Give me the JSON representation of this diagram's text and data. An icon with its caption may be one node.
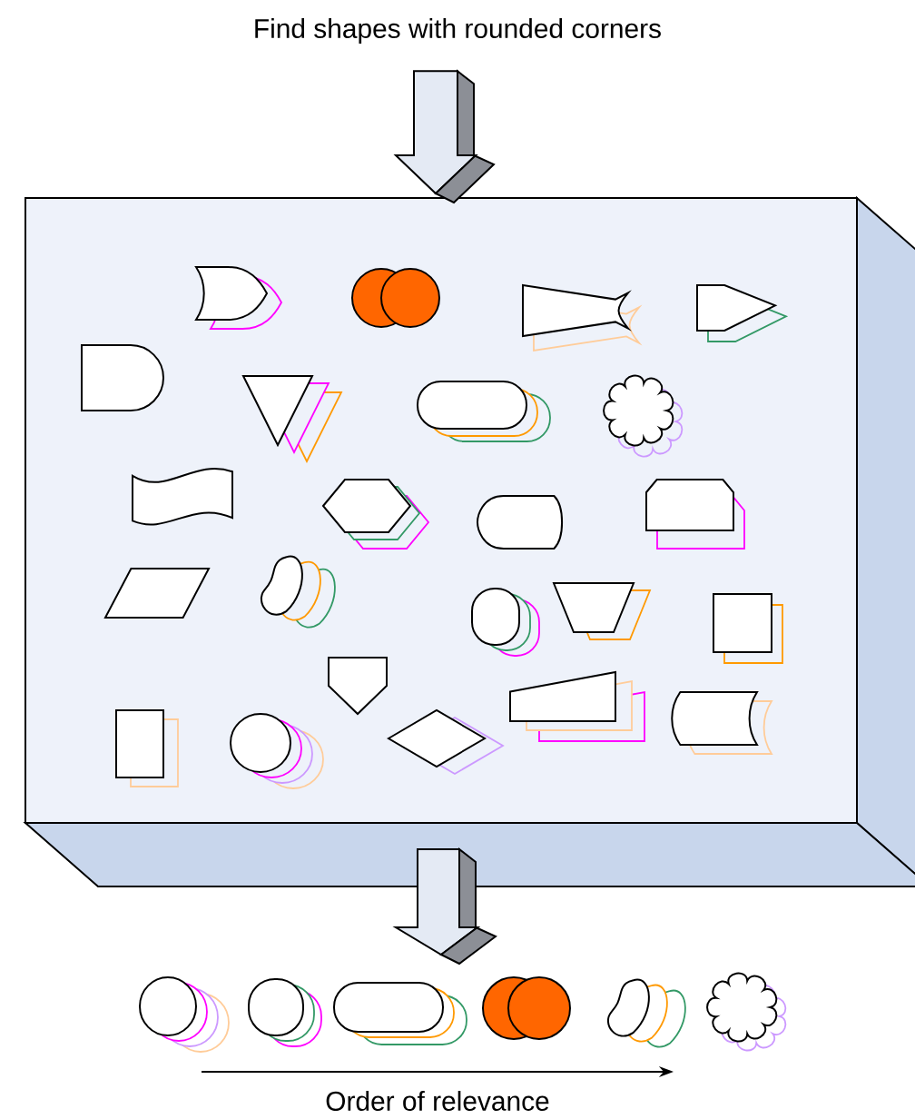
{
  "diagram": {
    "nodes": [
      {
        "text": [
          "Find shapes with rounded corners"
        ]
      },
      {
        "text": [],
        "shape": "box"
      }
    ],
    "edges": [
      {
        "from": 0,
        "to": 1,
        "arrow": "to"
      },
      {
        "from": 1,
        "to": null,
        "arrow": "to"
      }
    ],
    "labels": [
      "Order of relevance"
    ]
  }
}
